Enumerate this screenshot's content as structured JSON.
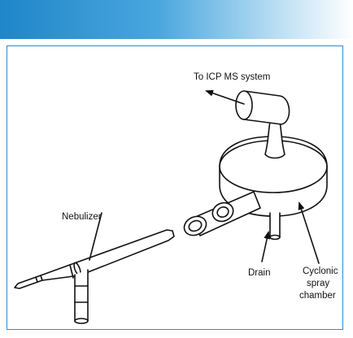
{
  "diagram": {
    "labels": {
      "to_icp_ms": "To ICP MS system",
      "nebulizer": "Nebulizer",
      "drain": "Drain",
      "cyclonic_line1": "Cyclonic",
      "cyclonic_line2": "spray",
      "cyclonic_line3": "chamber"
    }
  }
}
